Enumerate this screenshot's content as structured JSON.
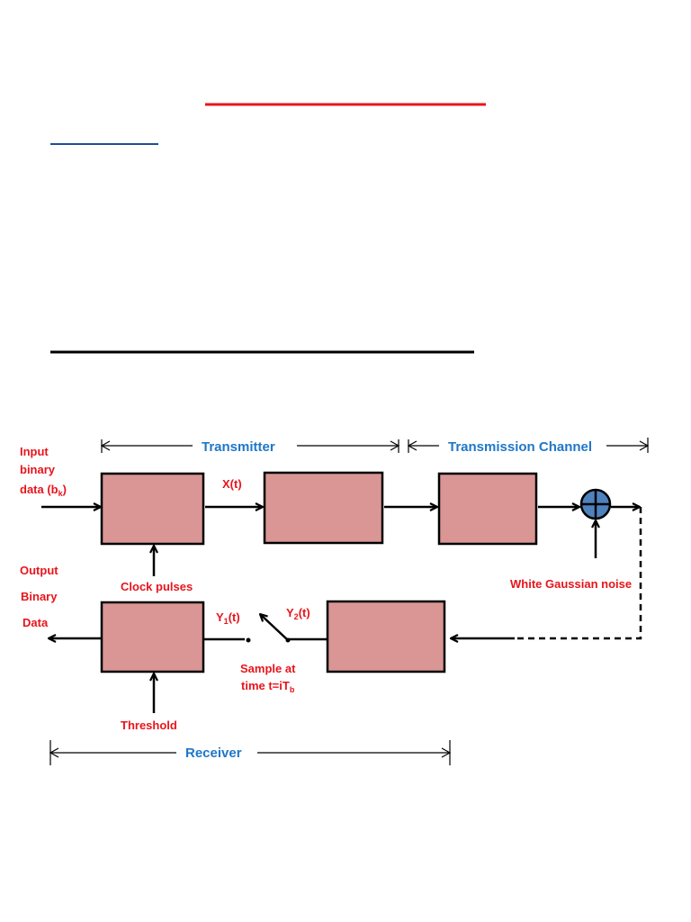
{
  "sections": {
    "transmitter": "Transmitter",
    "channel": "Transmission Channel",
    "receiver": "Receiver"
  },
  "labels": {
    "input_line1": "Input",
    "input_line2": "binary",
    "input_line3_prefix": "data (b",
    "input_line3_sub": "k",
    "input_line3_suffix": ")",
    "xt": "X(t)",
    "clock": "Clock pulses",
    "noise": "White Gaussian noise",
    "output_line1": "Output",
    "output_line2": "Binary",
    "output_line3": "Data",
    "y1_prefix": "Y",
    "y1_sub": "1",
    "y1_suffix": "(t)",
    "y2_prefix": "Y",
    "y2_sub": "2",
    "y2_suffix": "(t)",
    "sample_line1": "Sample at",
    "sample_line2_prefix": "time t=iT",
    "sample_line2_sub": "b",
    "threshold": "Threshold"
  },
  "colors": {
    "block_fill": "#d99694",
    "adder_fill": "#4f81bd",
    "label_red": "#e8141b",
    "label_blue": "#1f77c8",
    "heading_underline_red": "#e8141b",
    "heading_underline_blue": "#1f4e96"
  }
}
